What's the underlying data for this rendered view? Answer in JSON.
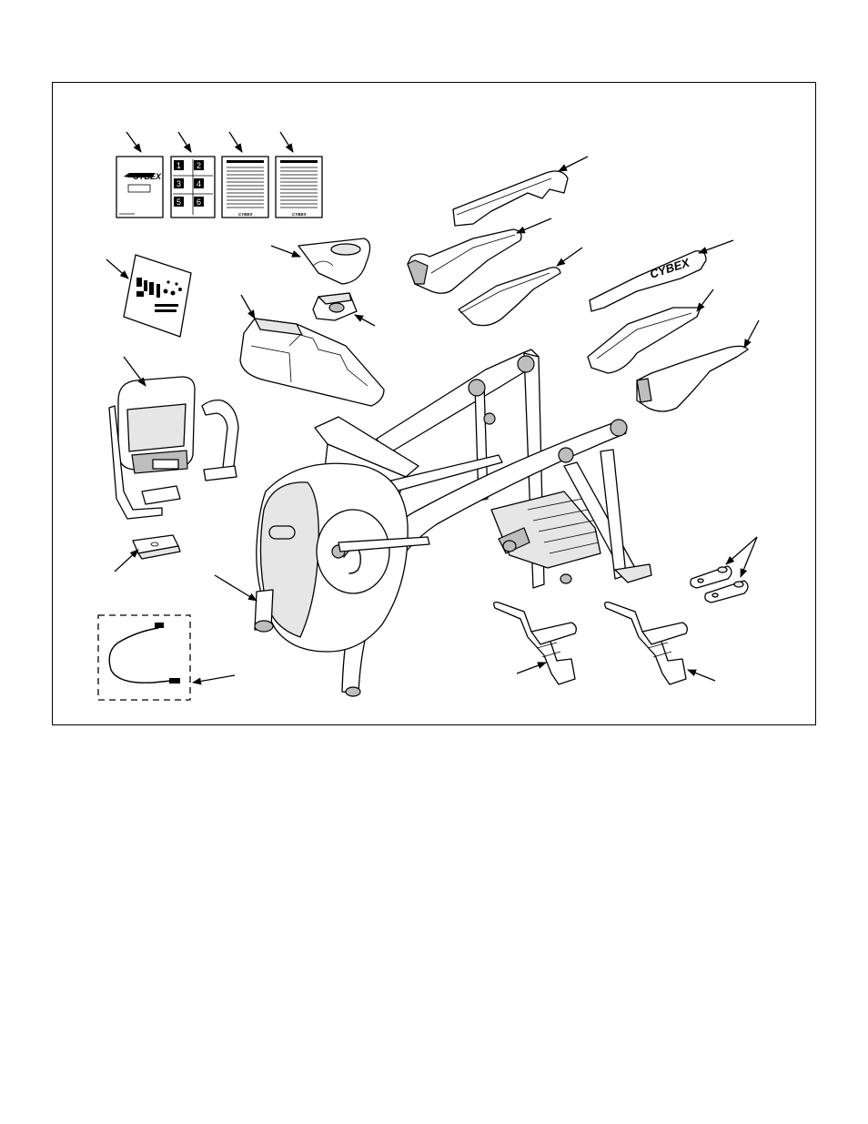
{
  "figure": {
    "brand_logo": "CYBEX",
    "manual_brand": "CYBEX",
    "doc_footer_brand": "CYBEX",
    "panel_numbers": [
      "1",
      "2",
      "3",
      "4",
      "5",
      "6"
    ],
    "shroud_logo": "CYBEX"
  },
  "colors": {
    "line": "#000000",
    "part_fill": "#ffffff",
    "shade": "#e6e6e6",
    "dark_shade": "#bdbdbd"
  }
}
